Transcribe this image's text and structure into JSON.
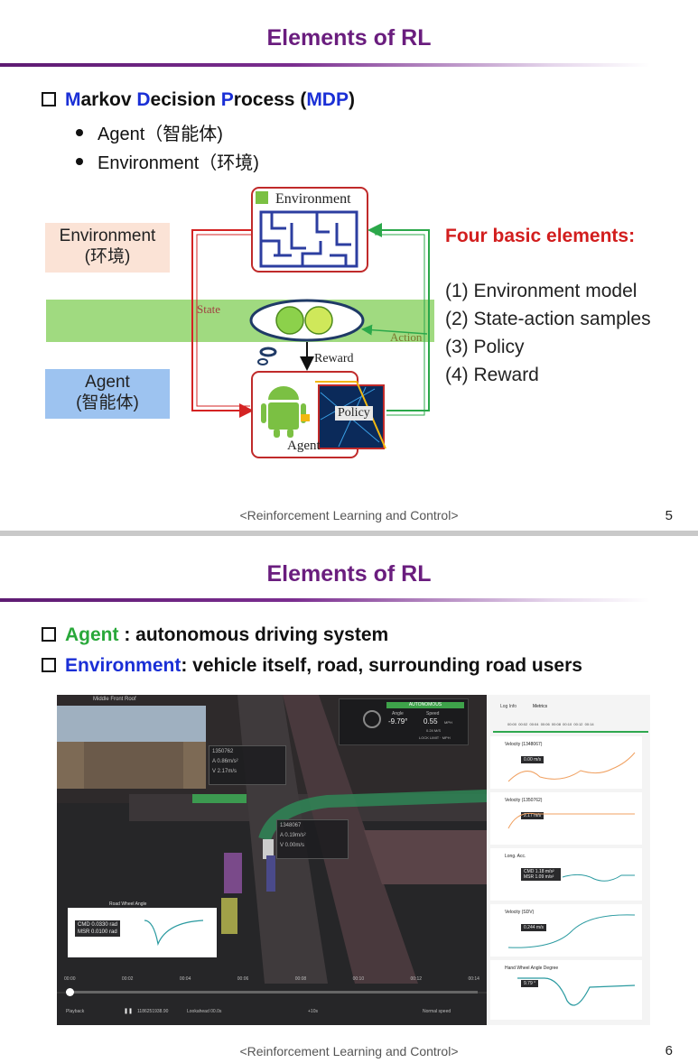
{
  "slide1": {
    "title": "Elements of RL",
    "heading": {
      "m": "M",
      "m_rest": "arkov ",
      "d": "D",
      "d_rest": "ecision ",
      "p": "P",
      "p_rest": "rocess (",
      "mdp": "MDP",
      "close": ")"
    },
    "bullets": [
      "Agent（智能体)",
      "Environment（环境)"
    ],
    "env_box": {
      "line1": "Environment",
      "line2": "(环境)",
      "color": "#fbe3d6"
    },
    "agent_box": {
      "line1": "Agent",
      "line2": "(智能体)",
      "color": "#9dc3f0"
    },
    "diagram": {
      "environment": "Environment",
      "state": "State",
      "action": "Action",
      "reward": "Reward",
      "policy": "Policy",
      "agent": "Agent"
    },
    "four": {
      "heading": "Four basic elements:",
      "items": [
        "(1) Environment model",
        "(2) State-action samples",
        "(3) Policy",
        "(4) Reward"
      ]
    },
    "footer": "<Reinforcement Learning and Control>",
    "page": "5"
  },
  "slide2": {
    "title": "Elements of RL",
    "line1": {
      "key": "Agent",
      "rest": " : autonomous driving system"
    },
    "line2": {
      "key": "Environment",
      "rest": ": vehicle itself, road, surrounding road users"
    },
    "footer": "<Reinforcement Learning and Control>",
    "page": "6",
    "screen": {
      "camera": "Middle Front Roof",
      "autonomous": "AUTONOMOUS",
      "angle_label": "Angle",
      "angle": "-9.79°",
      "speed_label": "Speed",
      "speed": "0.55",
      "speed_unit": "MPH",
      "speed_ms": "0.24 M/S",
      "lock_limit": "LOCK LIMIT · MPH",
      "obj1": {
        "id": "1350762",
        "a": "A  0.86m/s²",
        "v": "V  2.17m/s"
      },
      "obj2": {
        "id": "1348067",
        "a": "A  0.19m/s²",
        "v": "V  0.00m/s"
      },
      "wheel_title": "Road Wheel Angle",
      "cmd": "CMD  0.0330 rad",
      "msr": "MSR  0.0100 rad",
      "ticks": [
        "00:00",
        "00:02",
        "00:04",
        "00:06",
        "00:08",
        "00:10",
        "00:12",
        "00:14"
      ],
      "playback": "Playback",
      "time": "1186251938.90",
      "lookahead": "Lookahead 00.0s",
      "plus10": "+10s",
      "speed_mode": "Normal speed",
      "tabs": [
        "Log Info",
        "Metrics"
      ],
      "mini_ticks": "00:00  00:02  00:04  00:06  00:08  00:10  00:12  00:14",
      "panels": [
        {
          "title": "Velocity (1348067)",
          "value": "0.00 m/s"
        },
        {
          "title": "Velocity (1350762)",
          "value": "2.17 m/s"
        },
        {
          "title": "Long. Acc.",
          "value": "CMD 1.18 m/s²  MSR 1.09 m/s²"
        },
        {
          "title": "Velocity (SDV)",
          "value": "0.244 m/s"
        },
        {
          "title": "Hand Wheel Angle Degree",
          "value": "9.79 °"
        }
      ]
    }
  }
}
